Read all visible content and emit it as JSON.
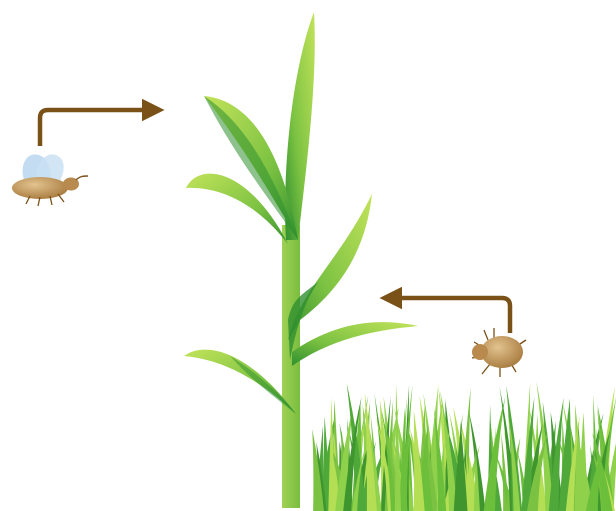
{
  "diagram": {
    "subjects": [
      "winged-insect",
      "wingless-insect",
      "corn-plant",
      "grass-clump"
    ],
    "arrows": [
      {
        "from": "winged-insect",
        "to": "corn-plant"
      },
      {
        "from": "wingless-insect",
        "to": "corn-plant"
      }
    ],
    "colors": {
      "arrow": "#7a5218",
      "stalk": "#8cc63f",
      "leaf_light": "#a6d84a",
      "leaf_dark": "#2e8b2e",
      "grass": "#6cbf3a",
      "insect_body": "#c49a5c",
      "wing": "#b8d6ee"
    }
  }
}
